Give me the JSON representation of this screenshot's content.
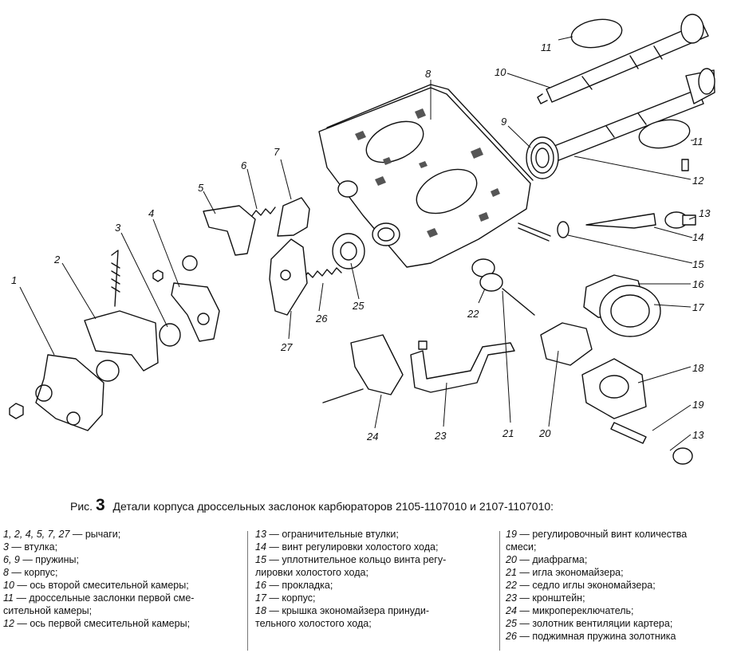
{
  "caption": {
    "fig_prefix": "Рис.",
    "fig_number": "3",
    "title": "Детали корпуса дроссельных заслонок карбюраторов 2105-1107010 и 2107-1107010:"
  },
  "part_numbers": [
    "1",
    "2",
    "3",
    "4",
    "5",
    "6",
    "7",
    "8",
    "9",
    "10",
    "11",
    "11",
    "12",
    "13",
    "13",
    "14",
    "15",
    "16",
    "17",
    "18",
    "19",
    "20",
    "21",
    "22",
    "23",
    "24",
    "25",
    "26",
    "27"
  ],
  "legend": {
    "col1": [
      {
        "k": "1, 2, 4, 5, 7, 27",
        "t": " — рычаги;"
      },
      {
        "k": "3",
        "t": " — втулка;"
      },
      {
        "k": "6, 9",
        "t": " — пружины;"
      },
      {
        "k": "8",
        "t": " — корпус;"
      },
      {
        "k": "10",
        "t": " — ось второй смесительной камеры;"
      },
      {
        "k": "11",
        "t": " — дроссельные заслонки первой сме-"
      },
      {
        "k": "",
        "t": "сительной камеры;"
      },
      {
        "k": "12",
        "t": " — ось первой смесительной камеры;"
      }
    ],
    "col2": [
      {
        "k": "13",
        "t": " — ограничительные втулки;"
      },
      {
        "k": "14",
        "t": " — винт регулировки холостого хода;"
      },
      {
        "k": "15",
        "t": " — уплотнительное кольцо винта регу-"
      },
      {
        "k": "",
        "t": "лировки холостого хода;"
      },
      {
        "k": "16",
        "t": " — прокладка;"
      },
      {
        "k": "17",
        "t": " — корпус;"
      },
      {
        "k": "18",
        "t": " — крышка экономайзера принуди-"
      },
      {
        "k": "",
        "t": "тельного холостого хода;"
      }
    ],
    "col3": [
      {
        "k": "19",
        "t": " — регулировочный винт количества"
      },
      {
        "k": "",
        "t": "смеси;"
      },
      {
        "k": "20",
        "t": " — диафрагма;"
      },
      {
        "k": "21",
        "t": " — игла экономайзера;"
      },
      {
        "k": "22",
        "t": " — седло иглы экономайзера;"
      },
      {
        "k": "23",
        "t": " — кронштейн;"
      },
      {
        "k": "24",
        "t": " — микропереключатель;"
      },
      {
        "k": "25",
        "t": " — золотник вентиляции картера;"
      },
      {
        "k": "26",
        "t": " — поджимная пружина золотника"
      }
    ]
  }
}
